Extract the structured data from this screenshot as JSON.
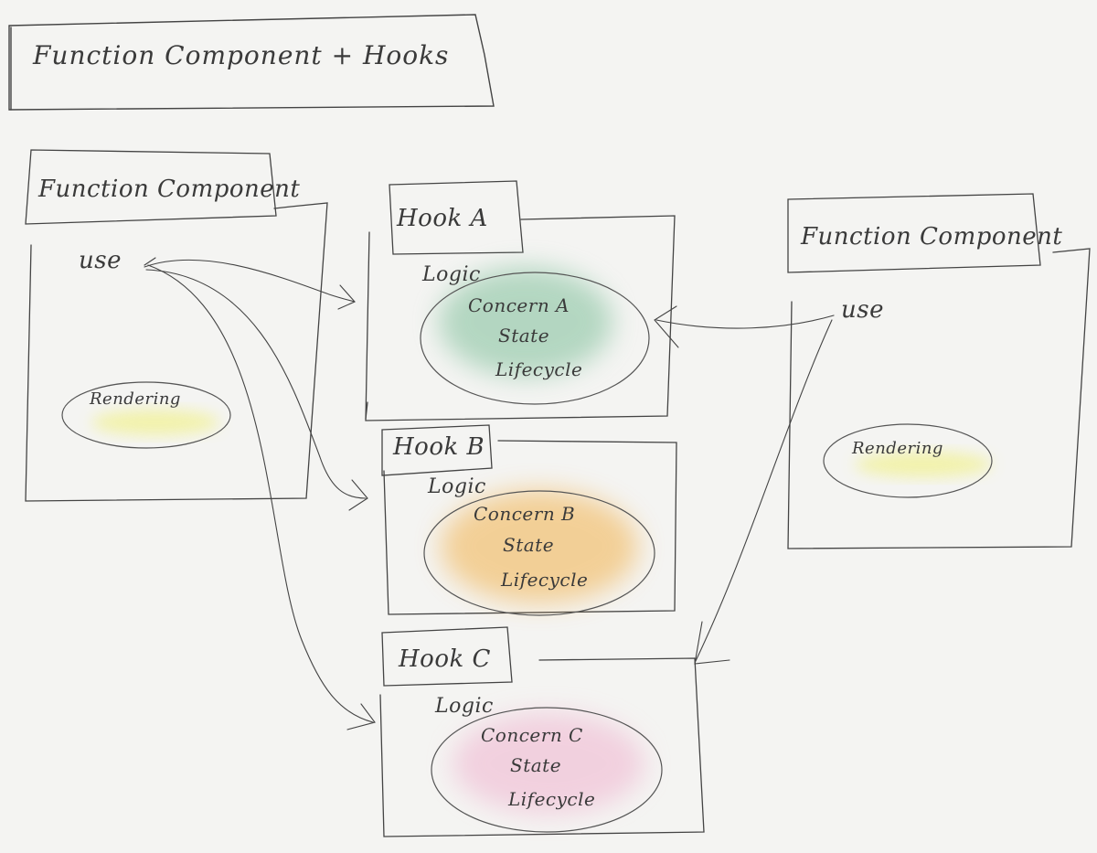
{
  "title": "Function Component + Hooks",
  "left_component": {
    "label": "Function Component",
    "use_label": "use",
    "rendering_label": "Rendering"
  },
  "right_component": {
    "label": "Function Component",
    "use_label": "use",
    "rendering_label": "Rendering"
  },
  "hooks": [
    {
      "label": "Hook A",
      "logic_label": "Logic",
      "concern_label": "Concern A",
      "state_label": "State",
      "lifecycle_label": "Lifecycle",
      "color": "#7fbf9a"
    },
    {
      "label": "Hook B",
      "logic_label": "Logic",
      "concern_label": "Concern B",
      "state_label": "State",
      "lifecycle_label": "Lifecycle",
      "color": "#f2b75a"
    },
    {
      "label": "Hook C",
      "logic_label": "Logic",
      "concern_label": "Concern C",
      "state_label": "State",
      "lifecycle_label": "Lifecycle",
      "color": "#f0b3cf"
    }
  ],
  "colors": {
    "ink": "#3a3a3a",
    "rendering_highlight": "#f2f29a",
    "background": "#f4f4f2"
  }
}
